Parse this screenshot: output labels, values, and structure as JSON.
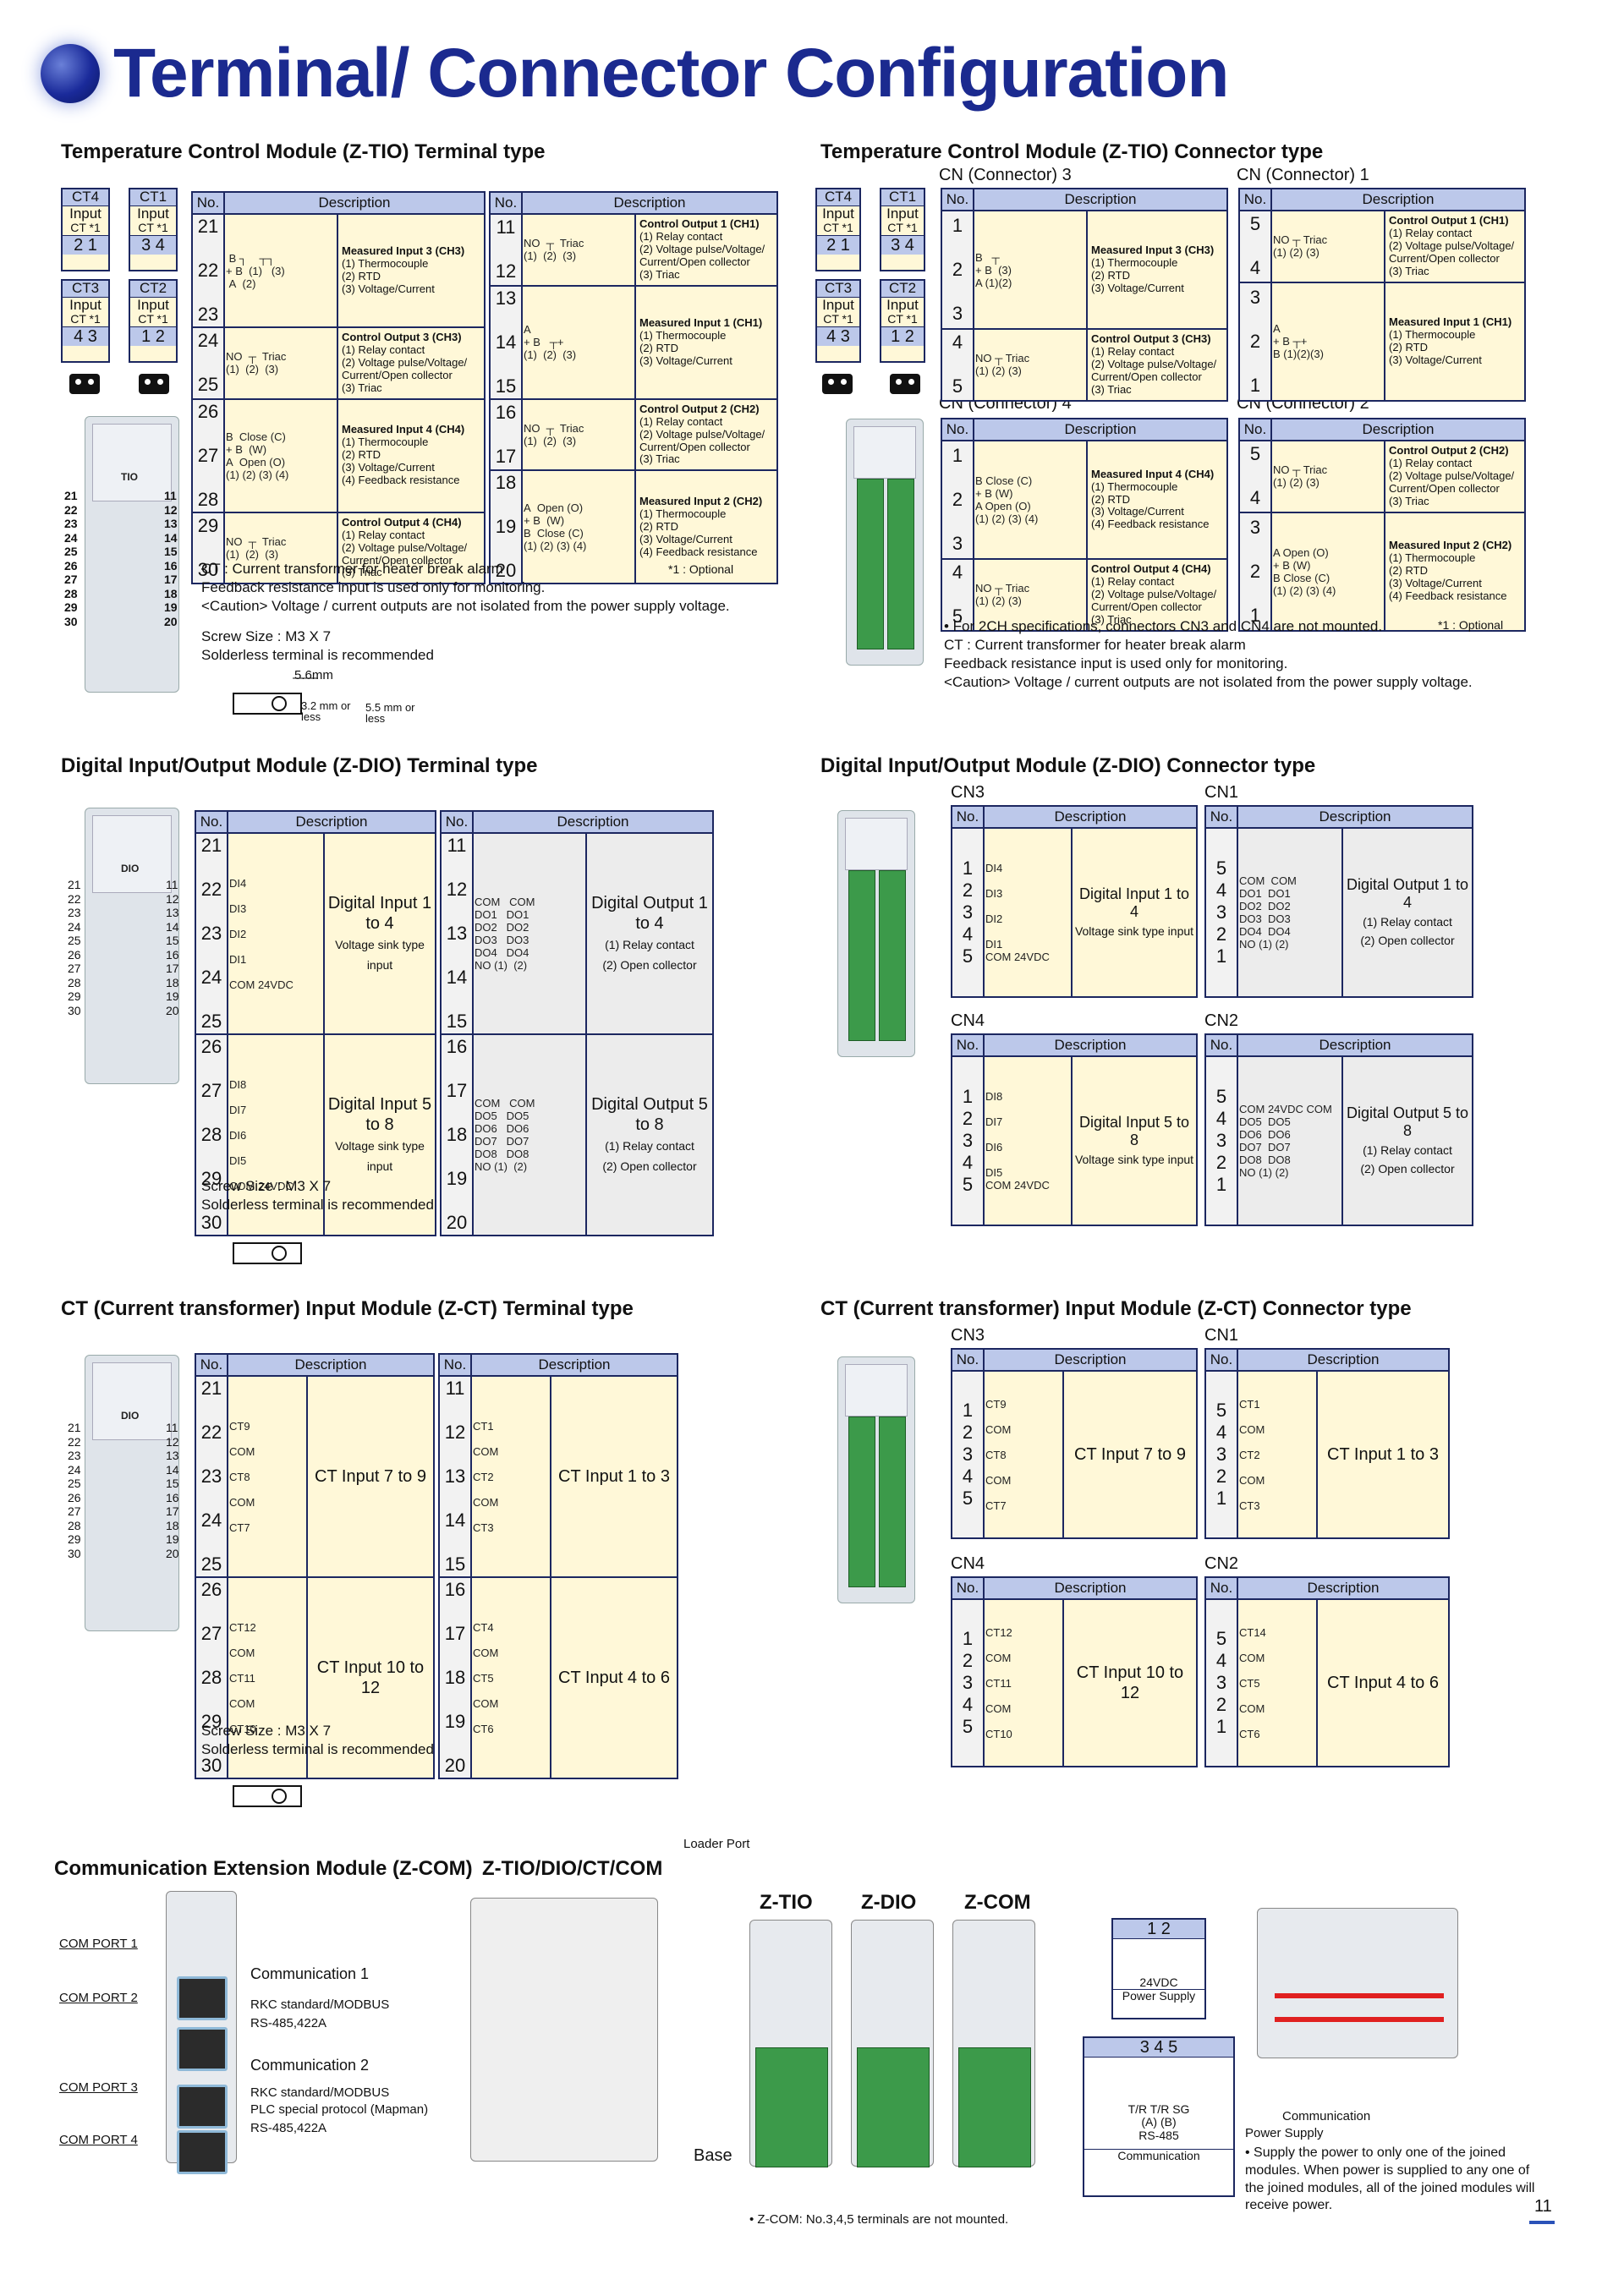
{
  "page": {
    "title": "Terminal/ Connector Configuration",
    "page_number": "11"
  },
  "tio_terminal": {
    "title": "Temperature Control Module (Z-TIO) Terminal type",
    "ct": [
      {
        "name": "CT4",
        "l1": "Input",
        "l2": "CT *1",
        "pins": "2  1"
      },
      {
        "name": "CT1",
        "l1": "Input",
        "l2": "CT *1",
        "pins": "3  4"
      },
      {
        "name": "CT3",
        "l1": "Input",
        "l2": "CT *1",
        "pins": "4  3"
      },
      {
        "name": "CT2",
        "l1": "Input",
        "l2": "CT *1",
        "pins": "1  2"
      }
    ],
    "header_no": "No.",
    "header_desc": "Description",
    "left_rows": [
      {
        "nos": [
          "21",
          "22",
          "23"
        ],
        "desc": "Measured Input 3 (CH3)",
        "sub": [
          "(1) Thermocouple",
          "(2) RTD",
          "(3) Voltage/Current"
        ]
      },
      {
        "nos": [
          "24",
          "25"
        ],
        "desc": "Control Output 3 (CH3)",
        "sub": [
          "(1) Relay contact",
          "(2) Voltage pulse/Voltage/ Current/Open collector",
          "(3) Triac"
        ]
      },
      {
        "nos": [
          "26",
          "27",
          "28"
        ],
        "desc": "Measured Input 4 (CH4)",
        "sub": [
          "(1) Thermocouple",
          "(2) RTD",
          "(3) Voltage/Current",
          "(4) Feedback resistance"
        ]
      },
      {
        "nos": [
          "29",
          "30"
        ],
        "desc": "Control Output 4 (CH4)",
        "sub": [
          "(1) Relay contact",
          "(2) Voltage pulse/Voltage/ Current/Open collector",
          "(3) Triac"
        ]
      }
    ],
    "right_rows": [
      {
        "nos": [
          "11",
          "12"
        ],
        "desc": "Control Output 1 (CH1)",
        "sub": [
          "(1) Relay contact",
          "(2) Voltage pulse/Voltage/ Current/Open collector",
          "(3) Triac"
        ]
      },
      {
        "nos": [
          "13",
          "14",
          "15"
        ],
        "desc": "Measured Input 1 (CH1)",
        "sub": [
          "(1) Thermocouple",
          "(2) RTD",
          "(3) Voltage/Current"
        ]
      },
      {
        "nos": [
          "16",
          "17"
        ],
        "desc": "Control Output 2 (CH2)",
        "sub": [
          "(1) Relay contact",
          "(2) Voltage pulse/Voltage/ Current/Open collector",
          "(3) Triac"
        ]
      },
      {
        "nos": [
          "18",
          "19",
          "20"
        ],
        "desc": "Measured Input 2 (CH2)",
        "sub": [
          "(1) Thermocouple",
          "(2) RTD",
          "(3) Voltage/Current",
          "(4) Feedback resistance"
        ]
      }
    ],
    "notes": [
      "CT : Current transformer for heater break alarm",
      "Feedback resistance input is used only for monitoring.",
      "<Caution> Voltage / current outputs are not isolated from the power supply voltage."
    ],
    "optional": "*1 : Optional",
    "screw": "Screw Size : M3 X 7",
    "solderless": "Solderless terminal is recommended",
    "dim1": "5.6mm",
    "dim2": "3.2 mm or less",
    "dim3": "5.5 mm or less"
  },
  "tio_connector": {
    "title": "Temperature Control Module (Z-TIO) Connector type",
    "cn3": "CN (Connector) 3",
    "cn1": "CN (Connector) 1",
    "cn4": "CN (Connector) 4",
    "cn2": "CN (Connector) 2",
    "notes": [
      "• For 2CH specifications, connectors CN3 and CN4 are not mounted.",
      "CT : Current transformer for heater break alarm",
      "Feedback resistance input is used only for monitoring.",
      "<Caution> Voltage / current outputs are not isolated from the power supply voltage."
    ],
    "optional": "*1 : Optional"
  },
  "dio_terminal": {
    "title": "Digital Input/Output Module (Z-DIO) Terminal type",
    "in1": "Digital Input 1 to 4",
    "in2": "Digital Input 5 to 8",
    "voltage": "Voltage sink type input",
    "out1": "Digital Output 1 to 4",
    "out2": "Digital Output 5 to 8",
    "relay": "(1) Relay contact",
    "oc": "(2) Open collector",
    "screw": "Screw Size : M3 X 7",
    "solderless": "Solderless terminal is recommended"
  },
  "dio_connector": {
    "title": "Digital Input/Output Module (Z-DIO) Connector type",
    "cn3": "CN3",
    "cn1": "CN1",
    "cn4": "CN4",
    "cn2": "CN2"
  },
  "ct_terminal": {
    "title": "CT (Current transformer) Input Module (Z-CT) Terminal type",
    "g1": "CT Input 7 to 9",
    "g2": "CT Input 10 to 12",
    "g3": "CT Input 1 to 3",
    "g4": "CT Input 4 to 6",
    "screw": "Screw Size : M3 X 7",
    "solderless": "Solderless terminal is recommended"
  },
  "ct_connector": {
    "title": "CT (Current transformer) Input Module (Z-CT) Connector type"
  },
  "com": {
    "title": "Communication Extension Module (Z-COM)",
    "ports": [
      "COM PORT 1",
      "COM PORT 2",
      "COM PORT 3",
      "COM PORT 4"
    ],
    "c1": "Communication 1",
    "c1a": "RKC standard/MODBUS",
    "c1b": "RS-485,422A",
    "c2": "Communication 2",
    "c2a": "RKC standard/MODBUS",
    "c2b": "PLC special protocol (Mapman)",
    "c2c": "RS-485,422A"
  },
  "base": {
    "title": "Z-TIO/DIO/CT/COM",
    "loader": "Loader Port",
    "ztio": "Z-TIO",
    "zdio": "Z-DIO",
    "zcom": "Z-COM",
    "base": "Base",
    "note": "• Z-COM: No.3,4,5 terminals are not mounted.",
    "ps_pins": "1      2",
    "ps_volt": "24VDC",
    "ps_label": "Power Supply",
    "comm_pins": "3     4     5",
    "comm_sig": "T/R    T/R     SG",
    "comm_sig2": "(A)    (B)",
    "comm_std": "RS-485",
    "comm_label": "Communication",
    "joined_comm": "Communication",
    "joined_ps": "Power Supply",
    "supply_note": "• Supply the power to only one of the joined modules. When power is supplied to any one of the joined modules, all of the joined modules will receive power."
  }
}
